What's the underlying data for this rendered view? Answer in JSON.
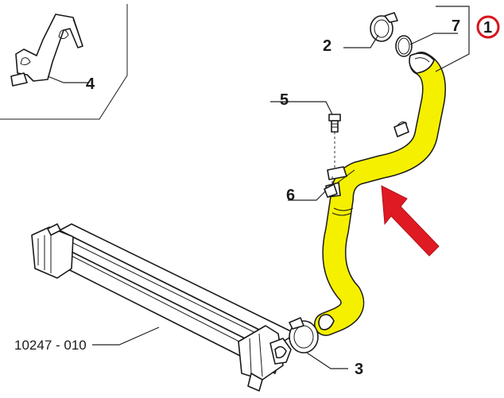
{
  "callouts": {
    "item_1": "1",
    "item_2": "2",
    "item_3": "3",
    "item_4": "4",
    "item_5": "5",
    "item_6": "6",
    "item_7": "7",
    "assembly_part_number": "10247 - 010"
  },
  "colors": {
    "highlight_hose": "#f5f000",
    "highlight_marker": "#d8141c",
    "arrow": "#e01a22"
  },
  "icons": {
    "pointer": "arrow-pointer-icon",
    "marker": "circle-marker-icon"
  }
}
